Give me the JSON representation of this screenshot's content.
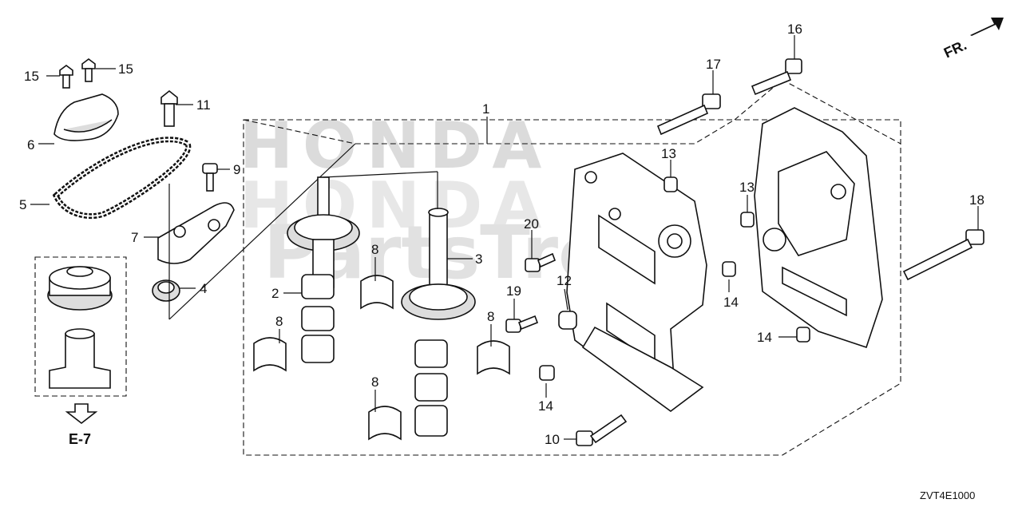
{
  "watermark": {
    "brand": "HONDA",
    "site": "PartsTree"
  },
  "direction_indicator": {
    "label": "FR.",
    "color": "#111111"
  },
  "page_ref": {
    "label": "E-7"
  },
  "diagram_code": "ZVT4E1000",
  "callouts": {
    "c1": "1",
    "c2": "2",
    "c3": "3",
    "c4": "4",
    "c5": "5",
    "c6": "6",
    "c7": "7",
    "c8a": "8",
    "c8b": "8",
    "c8c": "8",
    "c8d": "8",
    "c9": "9",
    "c10": "10",
    "c11": "11",
    "c12": "12",
    "c13a": "13",
    "c13b": "13",
    "c14a": "14",
    "c14b": "14",
    "c14c": "14",
    "c15a": "15",
    "c15b": "15",
    "c16": "16",
    "c17": "17",
    "c18": "18",
    "c19": "19",
    "c20": "20"
  }
}
